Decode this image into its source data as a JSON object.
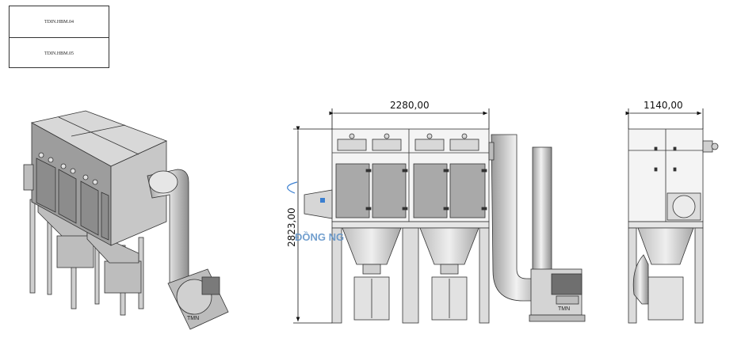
{
  "title_block": {
    "row1": "TDIN.HBM.04",
    "row2": "TDIN.HBM.05"
  },
  "dimensions": {
    "front_width": "2280,00",
    "side_width": "1140,00",
    "height": "2823,00"
  },
  "watermark": "ĐỒNG NG",
  "fan_logo": "TMN",
  "colors": {
    "line": "#333333",
    "panel": "#cfcfcf",
    "panel_dark": "#8a8a8a",
    "accent_blue": "#3b7fd0"
  }
}
